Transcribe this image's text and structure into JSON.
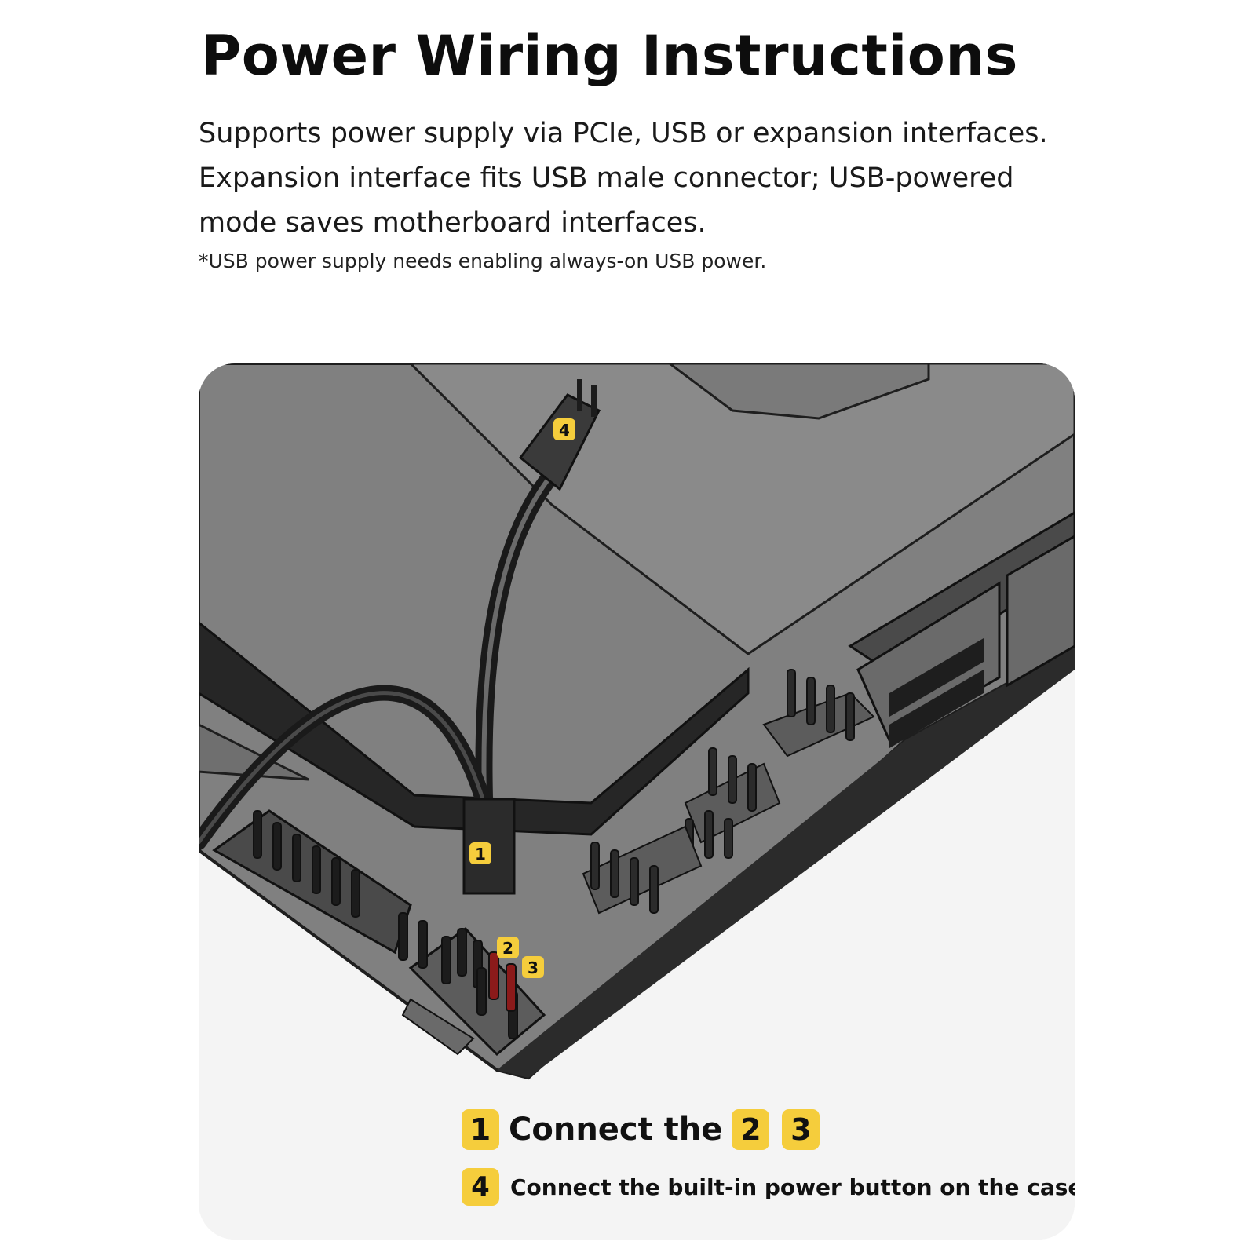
{
  "title": "Power Wiring Instructions",
  "description": {
    "line1": "Supports power supply via PCIe, USB or expansion interfaces.",
    "line2": "Expansion interface fits USB male connector; USB-powered",
    "line3": "mode saves motherboard interfaces."
  },
  "note": "*USB power supply needs enabling always-on USB power.",
  "diagram": {
    "badges": {
      "b1": "1",
      "b2": "2",
      "b3": "3",
      "b4": "4"
    },
    "highlight_color": "#f5cd3c",
    "pin_highlight_color": "#8b1a1a"
  },
  "legend": {
    "row1": {
      "badge": "1",
      "text": "Connect the",
      "badge_a": "2",
      "badge_b": "3"
    },
    "row2": {
      "badge": "4",
      "text": "Connect the built-in power button on the case."
    }
  }
}
